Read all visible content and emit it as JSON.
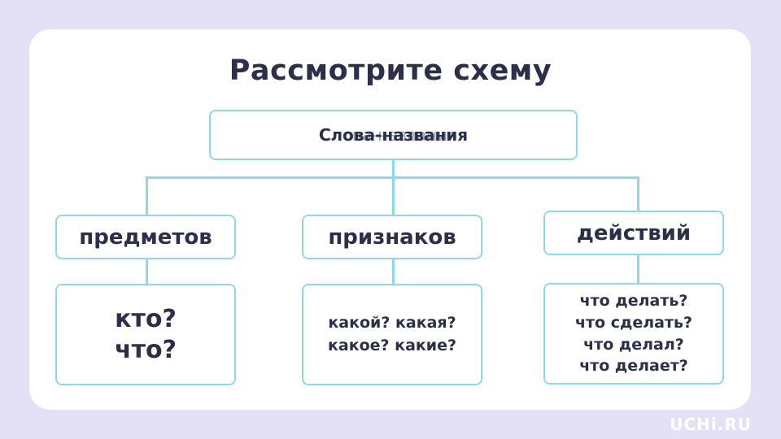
{
  "slide": {
    "title": "Рассмотрите схему",
    "root": {
      "label": "Слова-названия",
      "ghost_label": "Слова-названия"
    },
    "categories": [
      {
        "label": "предметов",
        "questions": [
          "кто?",
          "что?"
        ]
      },
      {
        "label": "признаков",
        "questions": [
          "какой? какая?",
          "какое? какие?"
        ]
      },
      {
        "label": "действий",
        "questions": [
          "что делать?",
          "что сделать?",
          "что делал?",
          "что делает?"
        ]
      }
    ]
  },
  "branding": {
    "logo": "UCHi.RU"
  },
  "colors": {
    "background": "#e4e1f6",
    "card": "#ffffff",
    "box_border": "#8fd8ea",
    "text": "#2c2f4a"
  }
}
